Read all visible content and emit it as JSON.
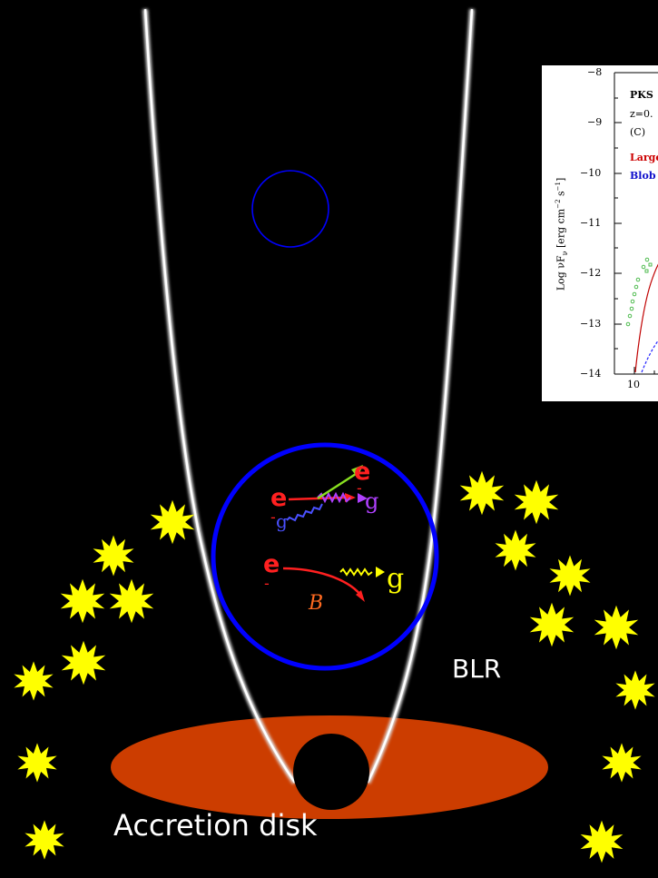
{
  "labels": {
    "blr": "BLR",
    "accretion_disk": "Accretion disk"
  },
  "particles": {
    "e1": "e",
    "minus1": "-",
    "e2": "e",
    "minus2": "-",
    "g1": "g",
    "g2": "g",
    "e3": "e",
    "minus3": "-",
    "g3": "g",
    "b_field": "B"
  },
  "inset_plot": {
    "source": "PKS",
    "redshift": "z=0.",
    "panel": "(C)",
    "legend_large": "Large",
    "legend_blob": "Blob",
    "ylabel": "Log νF",
    "ylabel_sub": "ν",
    "ylabel_unit": " [erg cm",
    "ylabel_tail": " s",
    "ylabel_end": "]",
    "y_ticks": [
      "−8",
      "−9",
      "−10",
      "−11",
      "−12",
      "−13",
      "−14"
    ],
    "x_ticks": [
      "10"
    ]
  },
  "colors": {
    "background": "#000000",
    "disk": "#cc3d00",
    "star": "#ffff00",
    "blob": "#0000ff",
    "jet": "#ffffff"
  }
}
